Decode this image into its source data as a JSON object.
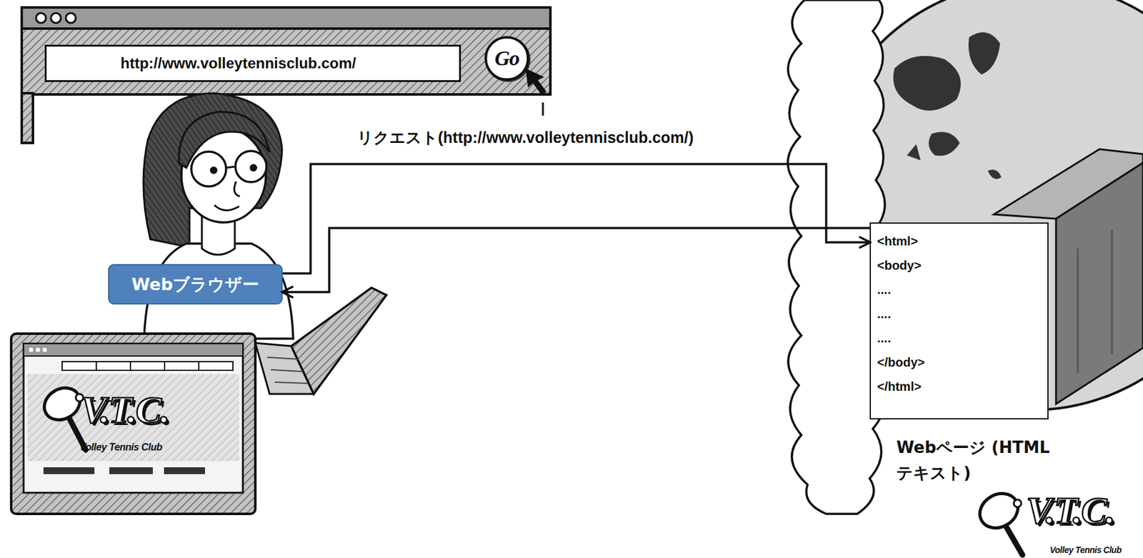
{
  "diagram": {
    "nodes": [
      {
        "text": [
          "http://www.volleytennisclub.com/"
        ]
      },
      {
        "text": [
          "Go"
        ]
      },
      {
        "text": [
          "Webブラウザー"
        ]
      },
      {
        "text": [
          "<html>",
          "<body>",
          "....",
          "....",
          "....",
          "</body>",
          "</html>",
          "Webページ (HTMLテキスト)"
        ]
      }
    ],
    "edges": [
      {
        "from": 2,
        "to": 3,
        "arrow": "to",
        "label": "リクエスト(http://www.volleytennisclub.com/)"
      },
      {
        "from": 3,
        "to": 2,
        "arrow": "to"
      }
    ],
    "labels": [
      "V.T.C.",
      "Volley Tennis Club",
      "V.T.C.",
      "Volley Tennis Club"
    ]
  }
}
